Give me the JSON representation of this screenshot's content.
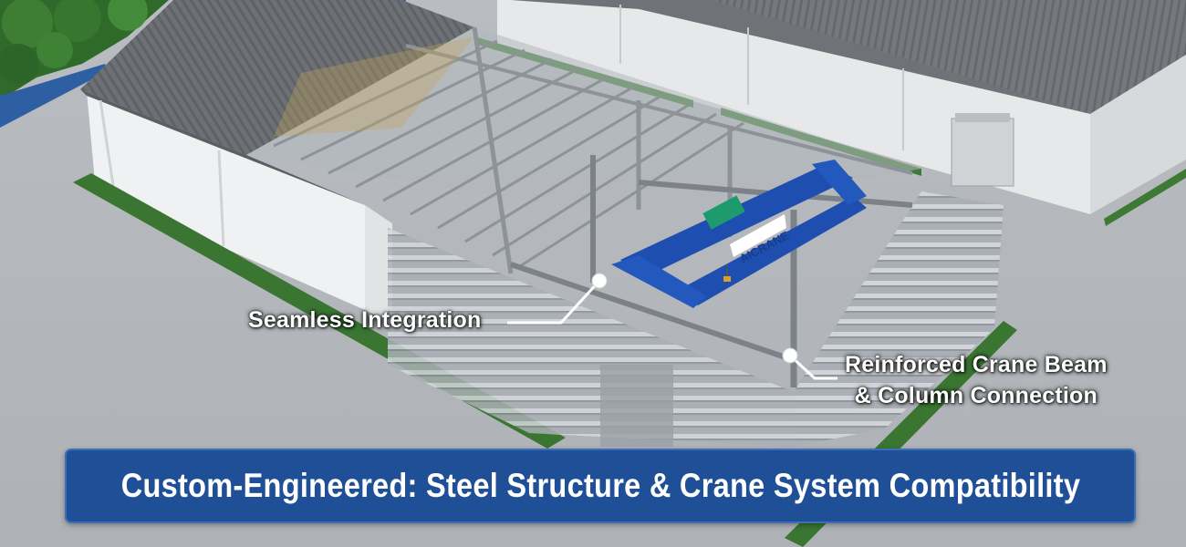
{
  "callouts": {
    "seamless": "Seamless Integration",
    "reinforced_line1": "Reinforced Crane Beam",
    "reinforced_line2": "& Column Connection"
  },
  "crane_brand": "AICRANE",
  "banner": {
    "title": "Custom-Engineered: Steel Structure & Crane System Compatibility"
  },
  "colors": {
    "banner_bg": "#1f4f97",
    "crane_blue": "#1e4fb0",
    "callout_text": "#ffffff"
  }
}
